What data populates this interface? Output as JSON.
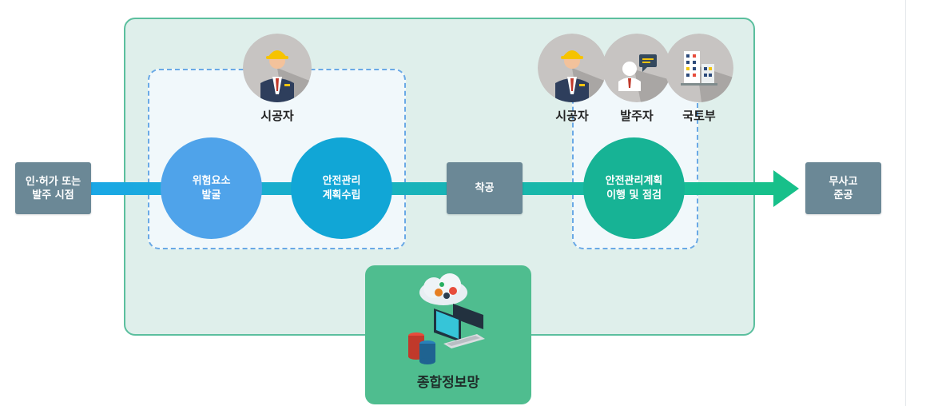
{
  "diagram": {
    "start_node": "인·허가 또는\n발주 시점",
    "step_risk": "위험요소\n발굴",
    "step_plan": "안전관리\n계획수립",
    "step_construction": "착공",
    "step_implement": "안전관리계획\n이행 및 점검",
    "end_node": "무사고\n준공",
    "actor_contractor_left": "시공자",
    "actor_contractor_right": "시공자",
    "actor_client": "발주자",
    "actor_ministry": "국토부",
    "info_system": "종합정보망"
  },
  "colors": {
    "panel_fill": "#dfefeb",
    "panel_border": "#5bbf9e",
    "dashed_border": "#6aa9e6",
    "node_gray": "#6b8896",
    "circle_blue": "#4fa3ea",
    "circle_teal": "#11a6d6",
    "circle_green": "#17b395",
    "arrow_start": "#1aa7e6",
    "arrow_end": "#17c08a",
    "infobox": "#4fbd8f"
  },
  "icons": [
    "worker-icon",
    "client-person-icon",
    "building-icon",
    "cloud-gears-icon",
    "computer-icon",
    "database-icon"
  ]
}
